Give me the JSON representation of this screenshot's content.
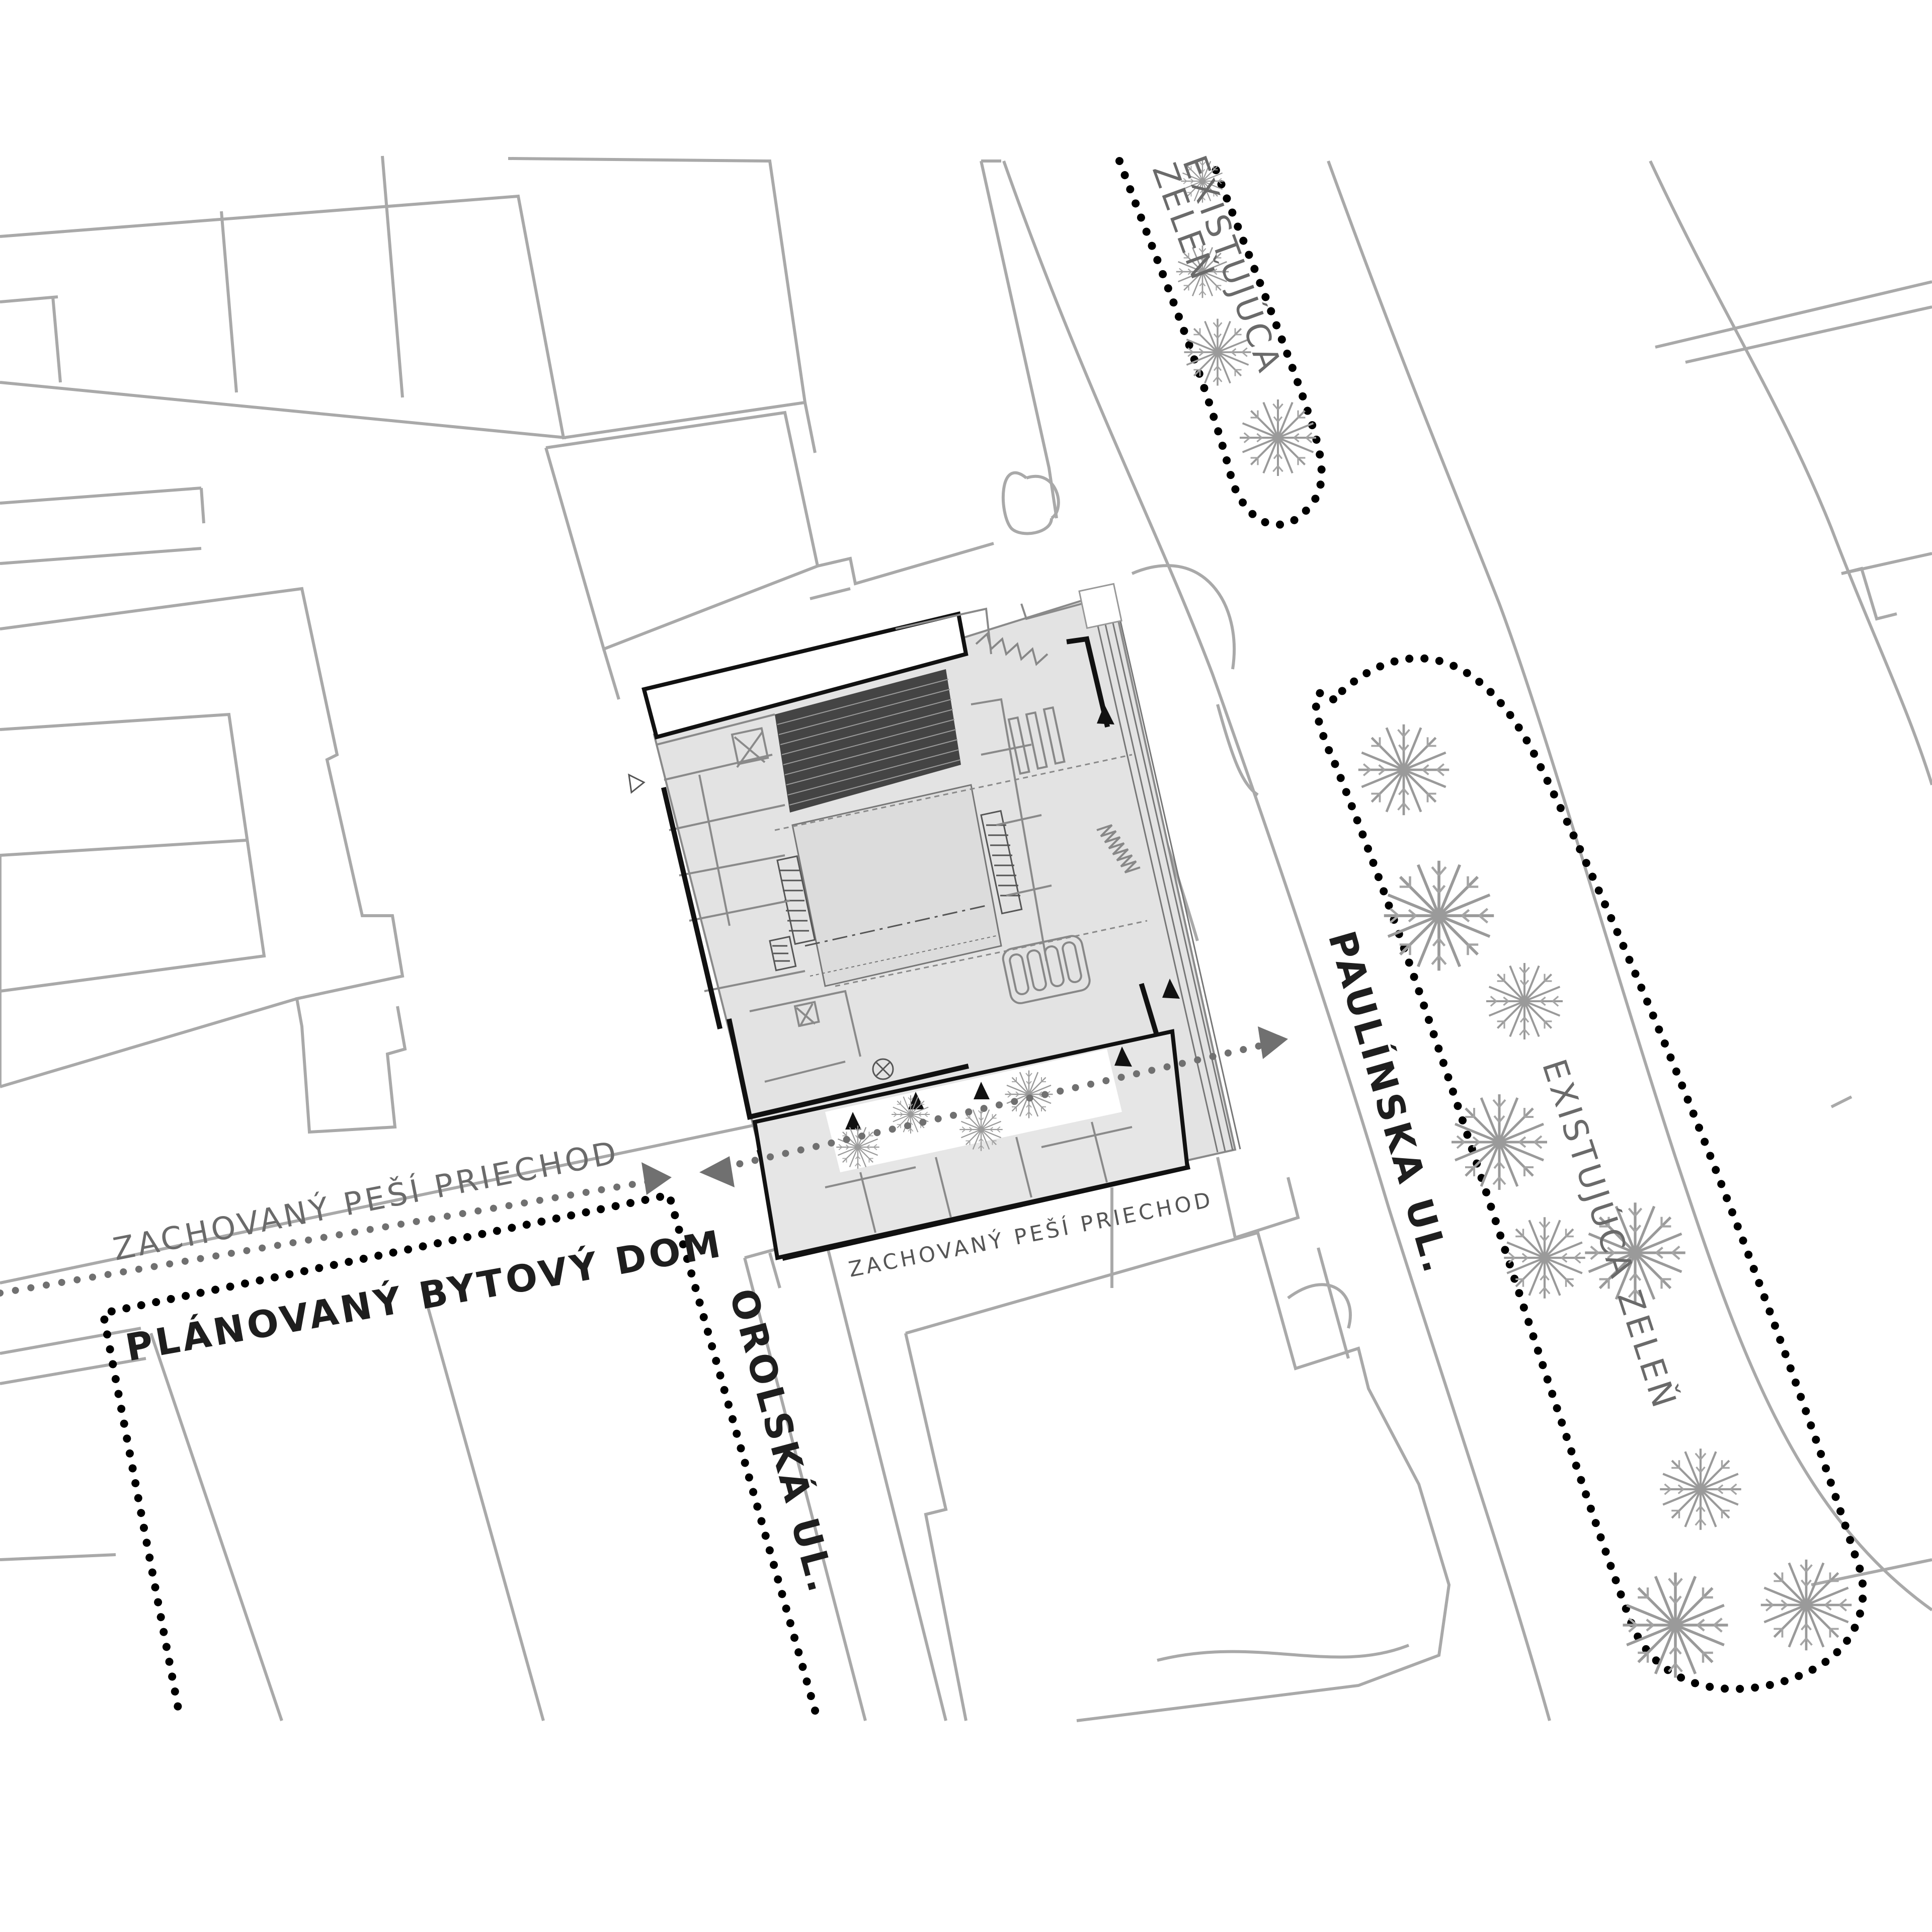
{
  "labels": {
    "planned_building": "PLÁNOVANÝ BYTOVÝ DOM",
    "preserved_passage_left": "ZACHOVANÝ PEŠÍ PRIECHOD",
    "preserved_passage_building": "ZACHOVANÝ PEŠÍ PRIECHOD",
    "street_orolska": "OROLSKÁ UL.",
    "street_paulinska": "PAULÍNSKA UL.",
    "existing_green_top_line1": "EXISTUJÚCA",
    "existing_green_top_line2": "ZELEŇ",
    "existing_green_right": "EXISTUJÚCA ZELEŇ"
  },
  "colors": {
    "background": "#ffffff",
    "context_lines": "#a9a9a9",
    "building_fill": "#e3e3e3",
    "building_walls": "#111111",
    "dotted_boundary": "#000000",
    "passage_dots": "#707070",
    "trees": "#9a9a9a"
  },
  "icons": {
    "tree": "tree-symbol-icon",
    "entrance": "entrance-arrow-icon",
    "passage": "double-arrow-icon"
  }
}
